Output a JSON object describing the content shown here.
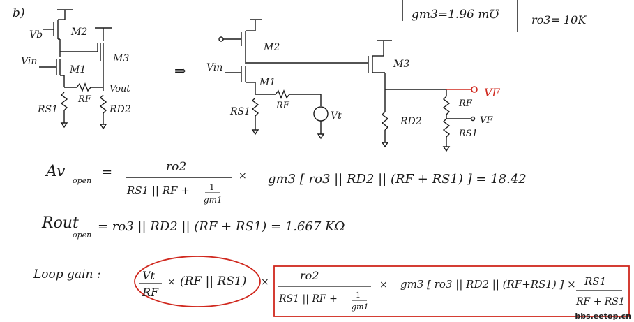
{
  "header": {
    "part_label": "b)",
    "gm3": "gm3=1.96 m℧",
    "ro3": "ro3= 10K"
  },
  "circuit_left": {
    "vb": "Vb",
    "vin": "Vin",
    "m1": "M1",
    "m2": "M2",
    "m3": "M3",
    "rf": "RF",
    "rs1": "RS1",
    "rd2": "RD2",
    "vout": "Vout"
  },
  "arrow": "⇒",
  "circuit_right": {
    "vin": "Vin",
    "m1": "M1",
    "m2": "M2",
    "m3": "M3",
    "rf": "RF",
    "rs1": "RS1",
    "vt": "Vt",
    "rd2": "RD2",
    "rf2": "RF",
    "rs1_2": "RS1",
    "vf": "VF",
    "vf_red": "VF"
  },
  "equations": {
    "av_lhs": "Av",
    "av_sub": "open",
    "av_eq": "=",
    "av_num": "ro2",
    "av_den1": "RS1 || RF  +",
    "av_den_frac_num": "1",
    "av_den_frac_den": "gm1",
    "av_times": "×",
    "av_rhs": "gm3 [ ro3 || RD2 || (RF + RS1) ] = 18.42",
    "rout_lhs": "Rout",
    "rout_sub": "open",
    "rout_rhs": "=  ro3 || RD2 || (RF + RS1) = 1.667 KΩ",
    "loop_label": "Loop gain :",
    "loop_vt": "Vt",
    "loop_rf": "RF",
    "loop_x1": "×",
    "loop_par": "(RF || RS1)",
    "loop_x2": "×",
    "loop_num": "ro2",
    "loop_den": "RS1 || RF  +",
    "loop_frac_num": "1",
    "loop_frac_den": "gm1",
    "loop_x3": "×",
    "loop_gm": "gm3 [ ro3 || RD2 || (RF+RS1) ] ×",
    "loop_rs_num": "RS1",
    "loop_rs_den": "RF + RS1"
  },
  "watermark": "bbs.eetop.cn",
  "colors": {
    "ink": "#1a1a1a",
    "annotation": "#d0281e"
  }
}
